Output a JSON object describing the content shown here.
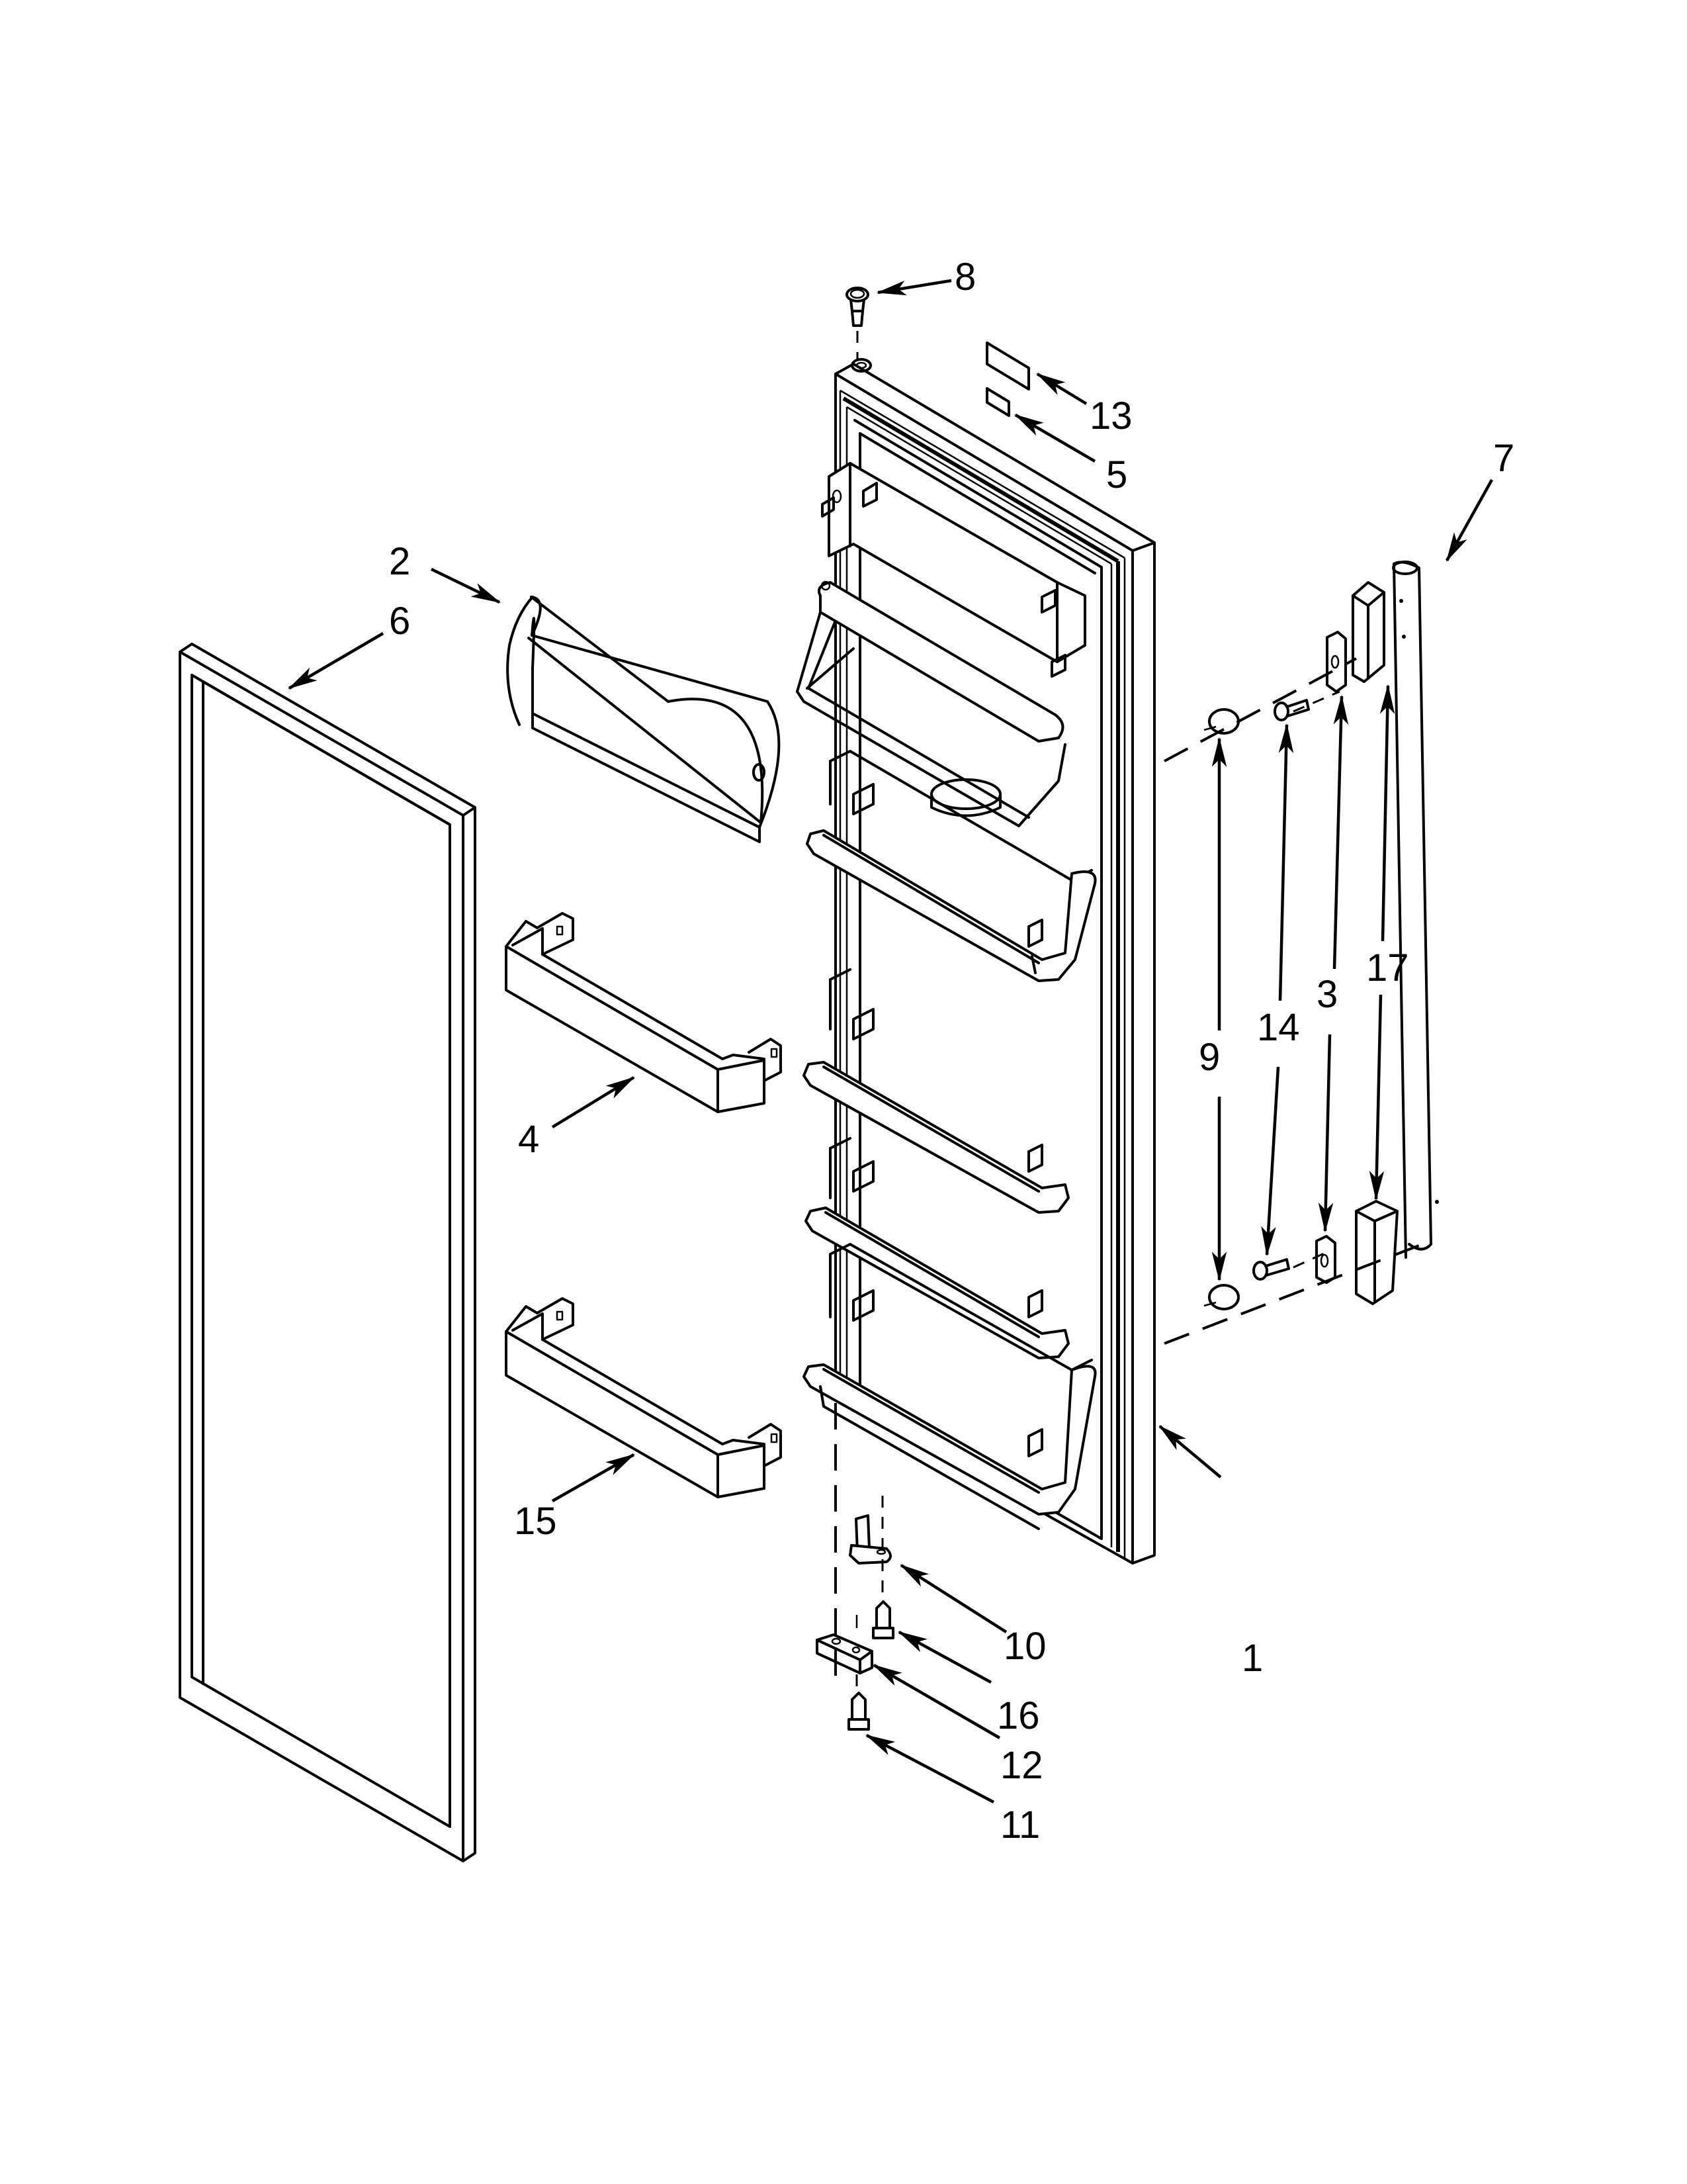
{
  "diagram": {
    "title": "Refrigerator door exploded parts view",
    "line_color": "#000000",
    "background_color": "#ffffff",
    "callouts": [
      {
        "id": "c1",
        "label": "1",
        "part": "door-assembly"
      },
      {
        "id": "c2",
        "label": "2",
        "part": "dairy-door-cover"
      },
      {
        "id": "c3",
        "label": "3",
        "part": "handle-mounting-bracket"
      },
      {
        "id": "c4",
        "label": "4",
        "part": "door-shelf-bin-upper"
      },
      {
        "id": "c5",
        "label": "5",
        "part": "label-small"
      },
      {
        "id": "c6",
        "label": "6",
        "part": "door-gasket"
      },
      {
        "id": "c7",
        "label": "7",
        "part": "door-handle"
      },
      {
        "id": "c8",
        "label": "8",
        "part": "top-hinge-bushing"
      },
      {
        "id": "c9",
        "label": "9",
        "part": "handle-mounting-stud"
      },
      {
        "id": "c10",
        "label": "10",
        "part": "door-stop-pin"
      },
      {
        "id": "c11",
        "label": "11",
        "part": "screw-lower"
      },
      {
        "id": "c12",
        "label": "12",
        "part": "door-stop"
      },
      {
        "id": "c13",
        "label": "13",
        "part": "label-large"
      },
      {
        "id": "c14",
        "label": "14",
        "part": "handle-screw"
      },
      {
        "id": "c15",
        "label": "15",
        "part": "door-shelf-bin-lower"
      },
      {
        "id": "c16",
        "label": "16",
        "part": "screw-upper"
      },
      {
        "id": "c17",
        "label": "17",
        "part": "handle-end-cap"
      }
    ]
  }
}
